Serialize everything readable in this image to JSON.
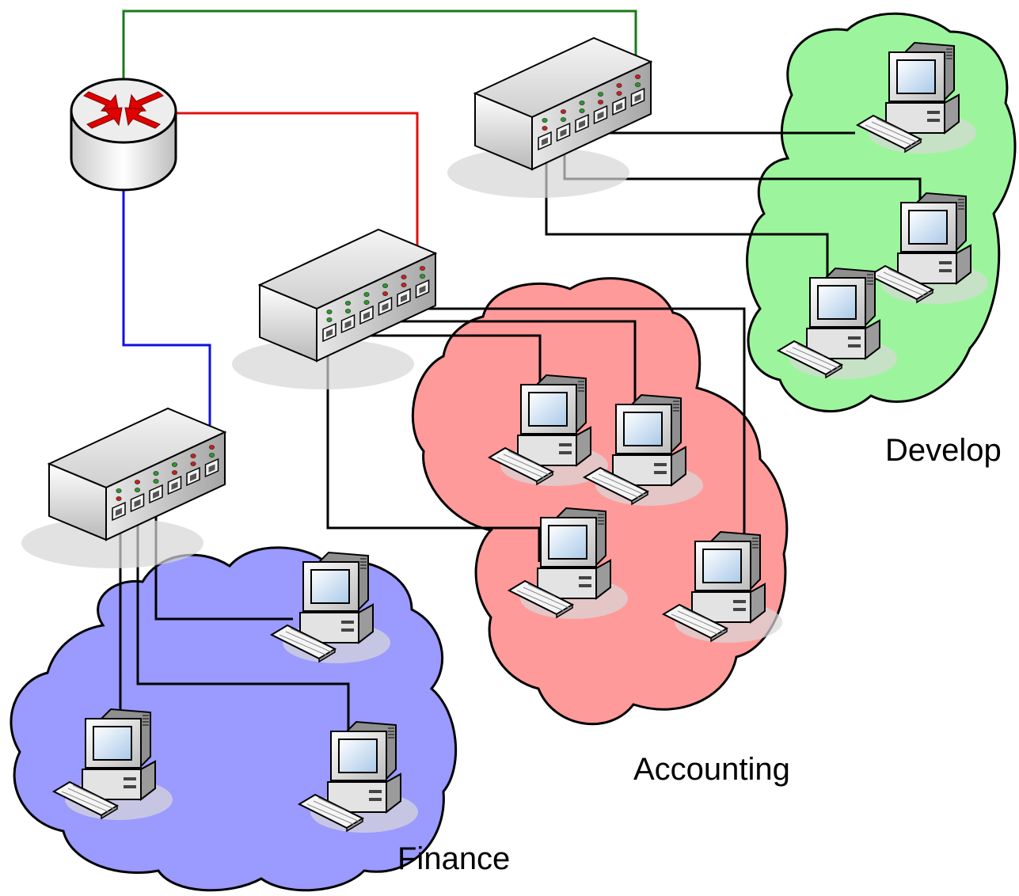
{
  "labels": {
    "finance": "Finance",
    "accounting": "Accounting",
    "develop": "Develop"
  },
  "colors": {
    "finance_cloud": "#9a9aff",
    "accounting_cloud": "#ff9a9a",
    "develop_cloud": "#9cf59c",
    "router_link_green": "#1a7a1a",
    "router_link_red": "#e01010",
    "router_link_blue": "#1010e0",
    "cable": "#000000"
  },
  "nodes": {
    "router": {
      "type": "router",
      "icon": "router-icon"
    },
    "switches": [
      {
        "id": "switch-develop",
        "type": "switch",
        "icon": "switch-icon",
        "ports": 6
      },
      {
        "id": "switch-accounting",
        "type": "switch",
        "icon": "switch-icon",
        "ports": 6
      },
      {
        "id": "switch-finance",
        "type": "switch",
        "icon": "switch-icon",
        "ports": 6
      }
    ],
    "workstation_groups": [
      {
        "group": "finance",
        "count": 3,
        "icon": "workstation-icon"
      },
      {
        "group": "accounting",
        "count": 4,
        "icon": "workstation-icon"
      },
      {
        "group": "develop",
        "count": 3,
        "icon": "workstation-icon"
      }
    ]
  },
  "edges": [
    {
      "from": "router",
      "to": "switch-develop",
      "color": "router_link_green"
    },
    {
      "from": "router",
      "to": "switch-accounting",
      "color": "router_link_red"
    },
    {
      "from": "router",
      "to": "switch-finance",
      "color": "router_link_blue"
    }
  ]
}
